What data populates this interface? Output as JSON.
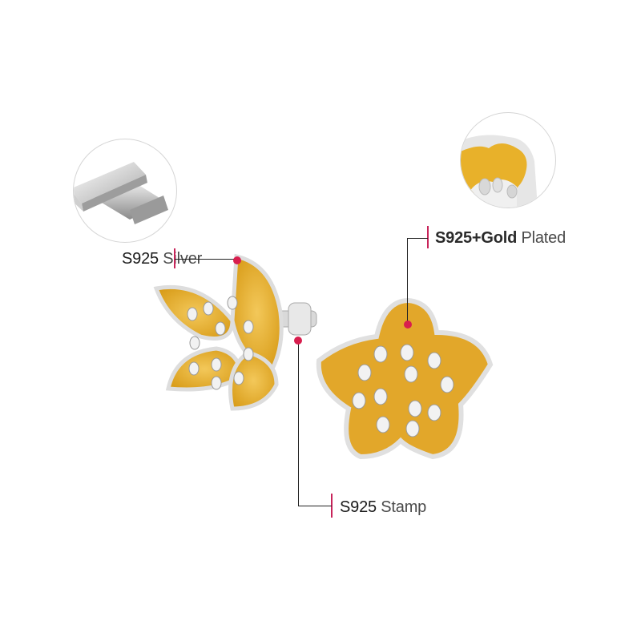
{
  "product": {
    "description": "Flower stud earrings, silver with gold-plated petals"
  },
  "callouts": {
    "silver": {
      "code": "S925",
      "text": "Silver"
    },
    "gold": {
      "code": "S925+Gold",
      "text": "Plated"
    },
    "stamp": {
      "code": "S925",
      "text": "Stamp"
    }
  },
  "detail_circles": [
    {
      "name": "silver-bars-detail",
      "depicts": "silver ingots"
    },
    {
      "name": "gold-petal-detail",
      "depicts": "gold plated petal close-up"
    }
  ],
  "colors": {
    "accent_marker": "#d81e4e",
    "tick": "#c8245a",
    "gold": "#e8b12a",
    "silver": "#e6e6e6",
    "leader_line": "#222222"
  }
}
